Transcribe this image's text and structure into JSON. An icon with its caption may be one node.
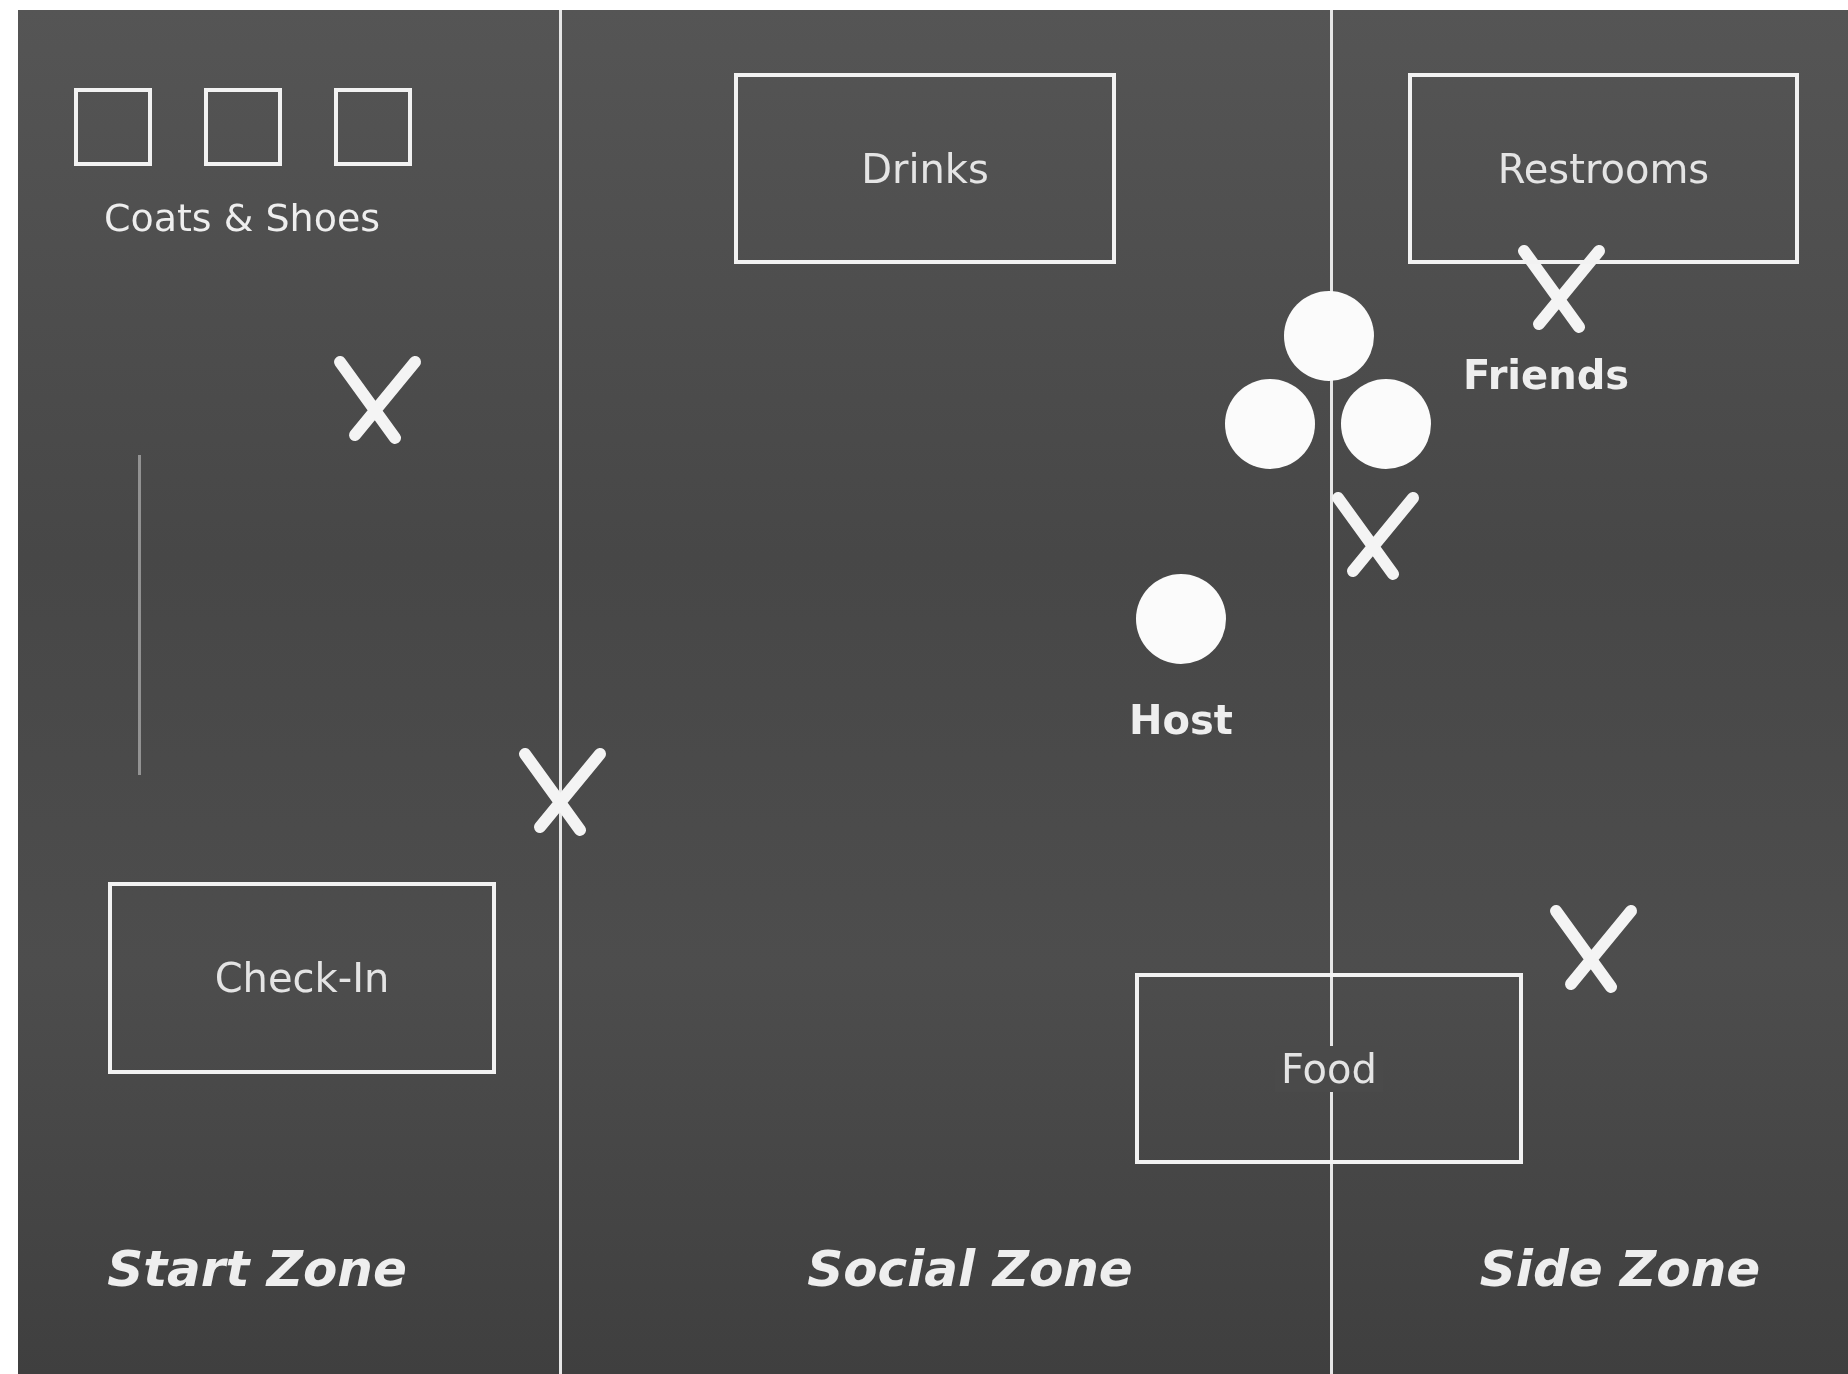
{
  "diagram": {
    "nodes": [
      {
        "text": [],
        "shape": "box"
      },
      {
        "text": [],
        "shape": "box"
      },
      {
        "text": [],
        "shape": "box"
      },
      {
        "text": [
          "Drinks"
        ]
      },
      {
        "text": [
          "Restrooms"
        ]
      },
      {
        "text": [],
        "shape": "circle"
      },
      {
        "text": [],
        "shape": "circle"
      },
      {
        "text": [],
        "shape": "circle"
      },
      {
        "text": [],
        "shape": "circle",
        "beside": [
          "Host"
        ]
      },
      {
        "text": [
          "Check-In"
        ]
      },
      {
        "text": [
          "Food"
        ]
      }
    ],
    "labels": [
      "Coats & Shoes",
      "Friends",
      "Start Zone",
      "Social Zone",
      "Side Zone"
    ]
  }
}
